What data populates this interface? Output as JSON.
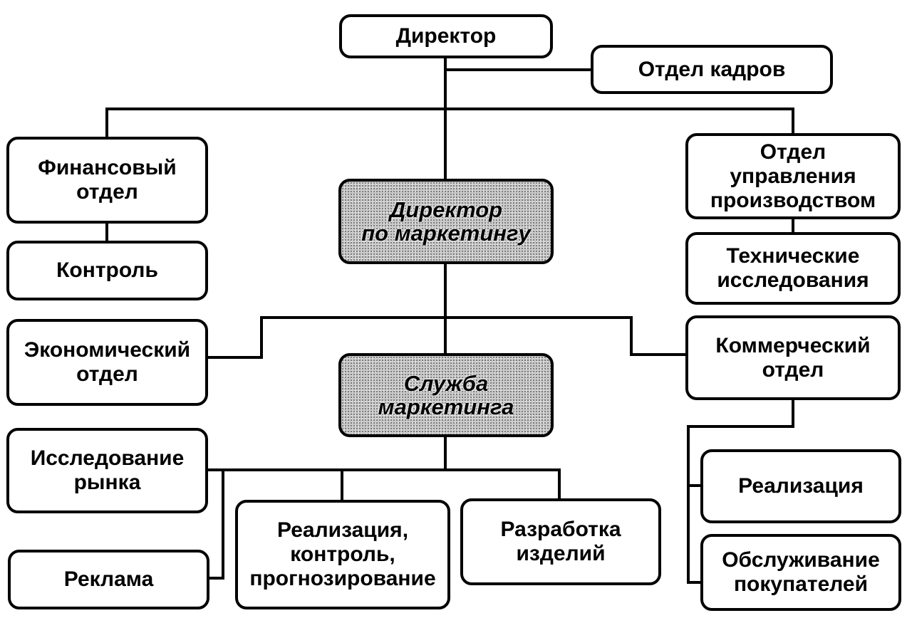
{
  "nodes": {
    "director": "Директор",
    "hr_department": "Отдел кадров",
    "finance_department": "Финансовый\nотдел",
    "control": "Контроль",
    "economic_department": "Экономический\nотдел",
    "market_research": "Исследование\nрынка",
    "advertising": "Реклама",
    "marketing_director": "Директор\nпо маркетингу",
    "marketing_service": "Служба\nмаркетинга",
    "sales_control_forecast": "Реализация,\nконтроль,\nпрогнозирование",
    "product_development": "Разработка\nизделий",
    "production_management": "Отдел\nуправления\nпроизводством",
    "technical_research": "Технические\nисследования",
    "commercial_department": "Коммерческий\nотдел",
    "sales": "Реализация",
    "customer_service": "Обслуживание\nпокупателей"
  },
  "colors": {
    "line": "#000000",
    "box_fill": "#ffffff",
    "highlight_fill": "#c9c9c9"
  }
}
